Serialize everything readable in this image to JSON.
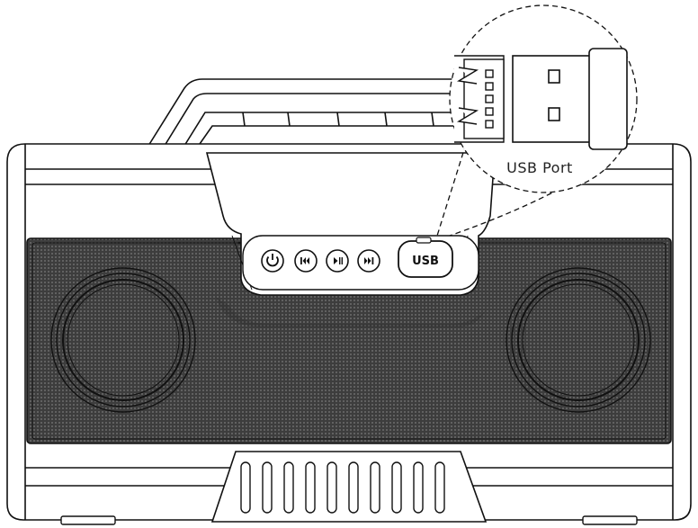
{
  "callout": {
    "label": "USB Port"
  },
  "usb_button": {
    "label": "USB"
  },
  "controls": [
    {
      "name": "power-button",
      "icon": "power-icon"
    },
    {
      "name": "previous-track-button",
      "icon": "previous-track-icon"
    },
    {
      "name": "play-pause-button",
      "icon": "play-pause-icon"
    },
    {
      "name": "next-track-button",
      "icon": "next-track-icon"
    }
  ],
  "colors": {
    "grille": "#4a4a4a",
    "outline": "#111111",
    "body": "#ffffff"
  }
}
